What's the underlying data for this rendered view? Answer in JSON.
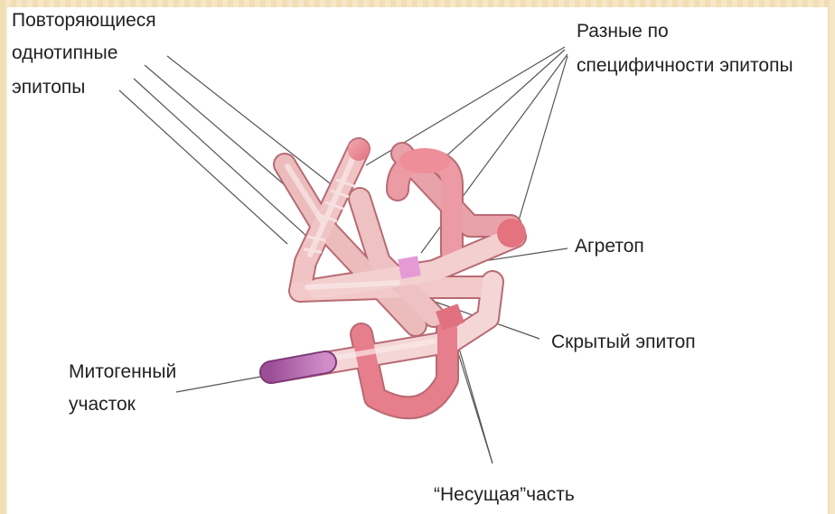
{
  "labels": {
    "repeat_line1": "Повторяющиеся",
    "repeat_line2": "однотипные",
    "repeat_line3": "эпитопы",
    "diff_line1": "Разные по",
    "diff_line2": "специфичности эпитопы",
    "agretop": "Агретоп",
    "hidden": "Скрытый эпитоп",
    "mito_line1": "Митогенный",
    "mito_line2": "участок",
    "carrier": "“Несущая”часть"
  },
  "colors": {
    "background_frame": "#f3e2bd",
    "chain_light": "#f0c4c4",
    "chain_mid": "#ec9aa3",
    "chain_dark": "#e06f7e",
    "mitogen": "#b060a8",
    "agretop": "#e59ad6"
  }
}
